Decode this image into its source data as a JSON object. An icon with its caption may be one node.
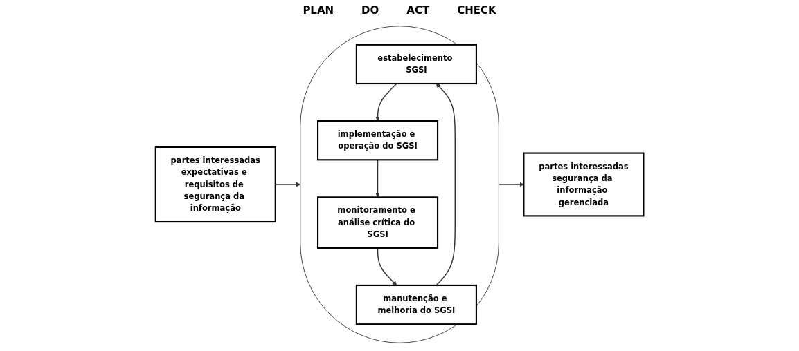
{
  "diagram": {
    "nodes": [
      {
        "text": [
          "partes interessadas",
          "expectativas e requisitos de segurança da informação"
        ]
      },
      {
        "text": [],
        "shape": "ellipse"
      },
      {
        "text": [
          "estabelecimento SGSI"
        ],
        "in": 1
      },
      {
        "text": [
          "implementação e operação do SGSI"
        ],
        "in": 1
      },
      {
        "text": [
          "monitoramento e análise crítica do SGSI"
        ],
        "in": 1
      },
      {
        "text": [
          "manutenção e melhoria do SGSI"
        ],
        "in": 1
      },
      {
        "text": [
          "partes interessadas",
          "segurança da informação gerenciada"
        ]
      }
    ],
    "edges": [
      {
        "from": 0,
        "to": 1,
        "arrow": "to"
      },
      {
        "from": 2,
        "to": 3,
        "arrow": "to"
      },
      {
        "from": 3,
        "to": 4,
        "arrow": "to"
      },
      {
        "from": 4,
        "to": 5,
        "arrow": "to"
      },
      {
        "from": 5,
        "to": 2,
        "arrow": "to"
      },
      {
        "from": 1,
        "to": 6,
        "arrow": "to"
      }
    ],
    "labels": [
      "PLAN",
      "DO",
      "ACT",
      "CHECK"
    ]
  }
}
